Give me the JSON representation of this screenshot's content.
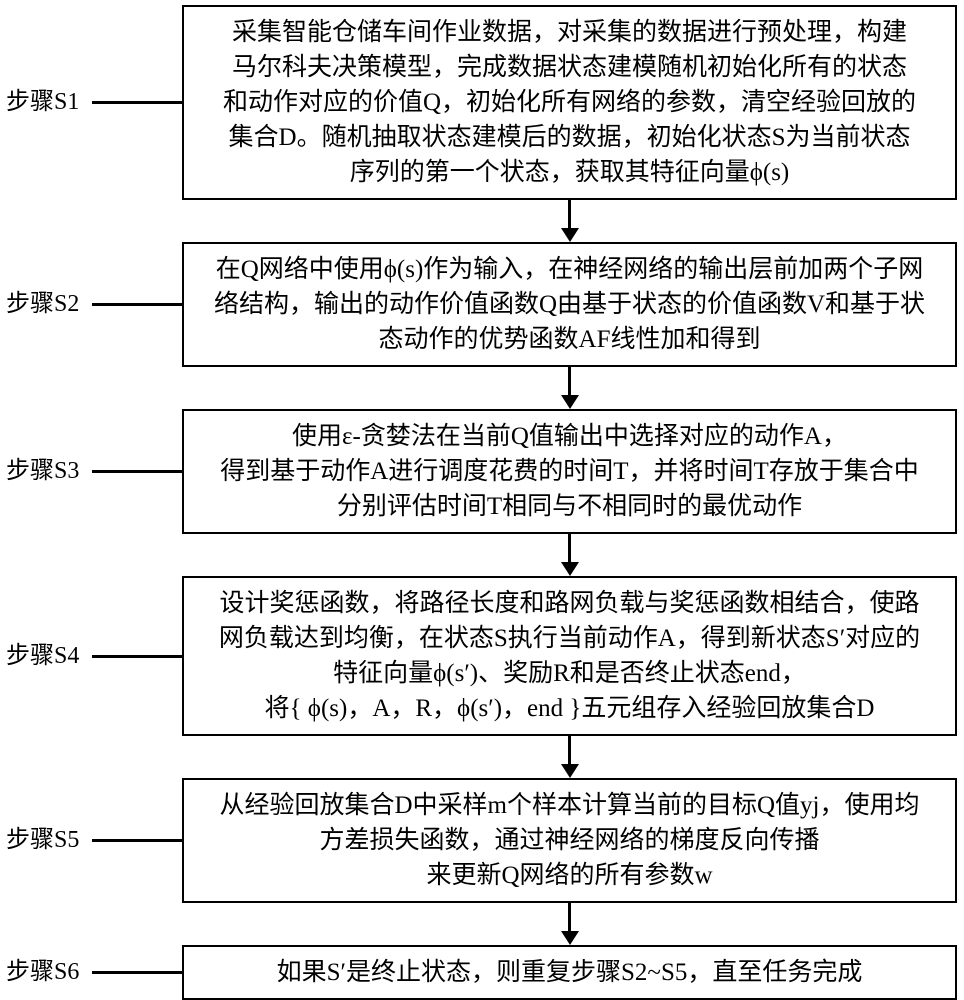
{
  "colors": {
    "background": "#ffffff",
    "line": "#000000",
    "text": "#000000"
  },
  "diagram": {
    "type": "flowchart",
    "steps": [
      {
        "label": "步骤S1",
        "text": "采集智能仓储车间作业数据，对采集的数据进行预处理，构建\n马尔科夫决策模型，完成数据状态建模随机初始化所有的状态\n和动作对应的价值Q，初始化所有网络的参数，清空经验回放的\n集合D。随机抽取状态建模后的数据，初始化状态S为当前状态\n序列的第一个状态，获取其特征向量ϕ(s)"
      },
      {
        "label": "步骤S2",
        "text": "在Q网络中使用ϕ(s)作为输入，在神经网络的输出层前加两个子网\n络结构，输出的动作价值函数Q由基于状态的价值函数V和基于状\n态动作的优势函数AF线性加和得到"
      },
      {
        "label": "步骤S3",
        "text": "使用ε-贪婪法在当前Q值输出中选择对应的动作A，\n得到基于动作A进行调度花费的时间T，并将时间T存放于集合中\n分别评估时间T相同与不相同时的最优动作"
      },
      {
        "label": "步骤S4",
        "text": "设计奖惩函数，将路径长度和路网负载与奖惩函数相结合，使路\n网负载达到均衡，在状态S执行当前动作A，得到新状态S′对应的\n特征向量ϕ(s′)、奖励R和是否终止状态end，\n将{ ϕ(s)，A，R，ϕ(s′)，end }五元组存入经验回放集合D"
      },
      {
        "label": "步骤S5",
        "text": "从经验回放集合D中采样m个样本计算当前的目标Q值yj，使用均\n方差损失函数，通过神经网络的梯度反向传播\n来更新Q网络的所有参数w"
      },
      {
        "label": "步骤S6",
        "text": "如果S′是终止状态，则重复步骤S2~S5，直至任务完成"
      }
    ]
  }
}
